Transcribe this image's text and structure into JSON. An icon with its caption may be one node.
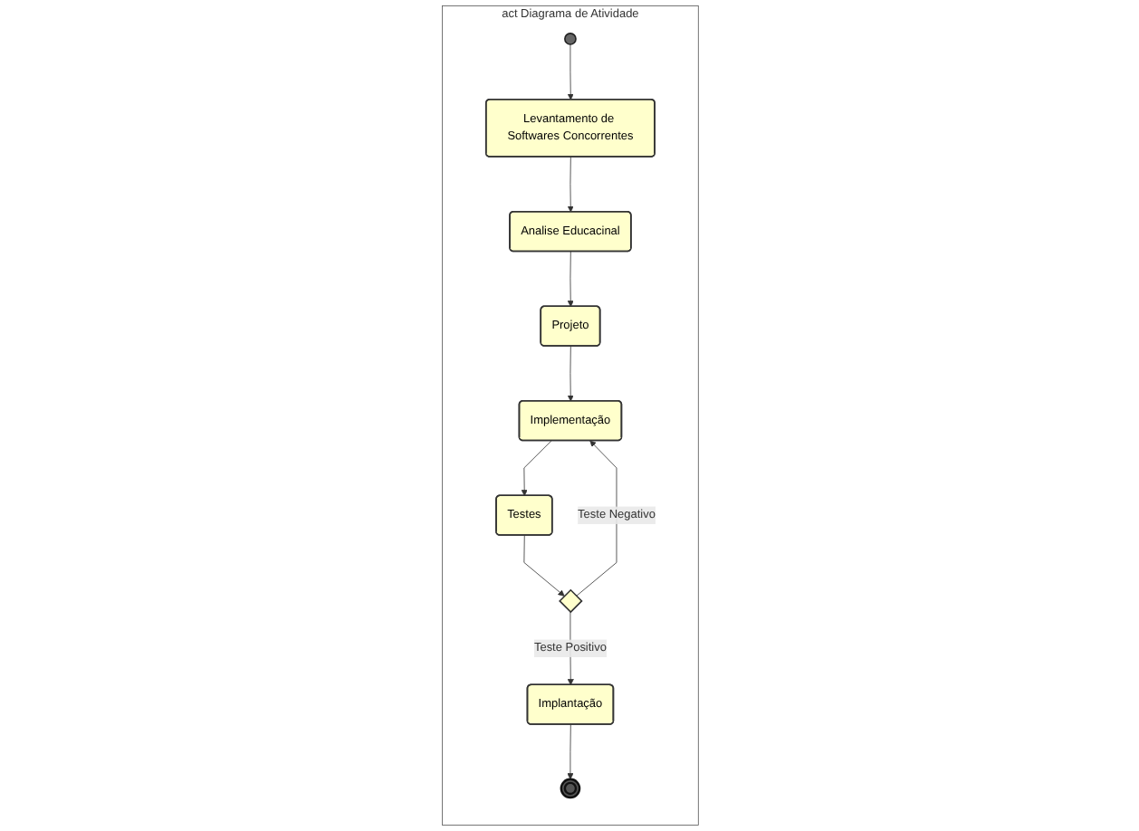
{
  "diagram": {
    "nodes": [
      {
        "text": [
          "act Diagrama de Atividade"
        ]
      },
      {
        "text": [],
        "shape": "circle",
        "in": 0
      },
      {
        "text": [
          "Levantamento de Softwares Concorrentes"
        ],
        "in": 0
      },
      {
        "text": [
          "Analise Educacinal"
        ],
        "in": 0
      },
      {
        "text": [
          "Projeto"
        ],
        "in": 0
      },
      {
        "text": [
          "Implementação"
        ],
        "in": 0
      },
      {
        "text": [
          "Testes"
        ],
        "in": 0
      },
      {
        "text": [],
        "shape": "diamond",
        "in": 0
      },
      {
        "text": [
          "Implantação"
        ],
        "in": 0
      },
      {
        "text": [],
        "shape": "bullseye",
        "in": 0
      }
    ],
    "edges": [
      {
        "from": 1,
        "to": 2,
        "arrow": "to"
      },
      {
        "from": 2,
        "to": 3,
        "arrow": "to"
      },
      {
        "from": 3,
        "to": 4,
        "arrow": "to"
      },
      {
        "from": 4,
        "to": 5,
        "arrow": "to"
      },
      {
        "from": 5,
        "to": 6,
        "arrow": "to"
      },
      {
        "from": 6,
        "to": 7,
        "arrow": "to"
      },
      {
        "from": 7,
        "to": 5,
        "arrow": "to",
        "label": "Teste Negativo"
      },
      {
        "from": 7,
        "to": 8,
        "arrow": "to",
        "label": "Teste Positivo"
      },
      {
        "from": 8,
        "to": 9,
        "arrow": "to"
      }
    ]
  }
}
